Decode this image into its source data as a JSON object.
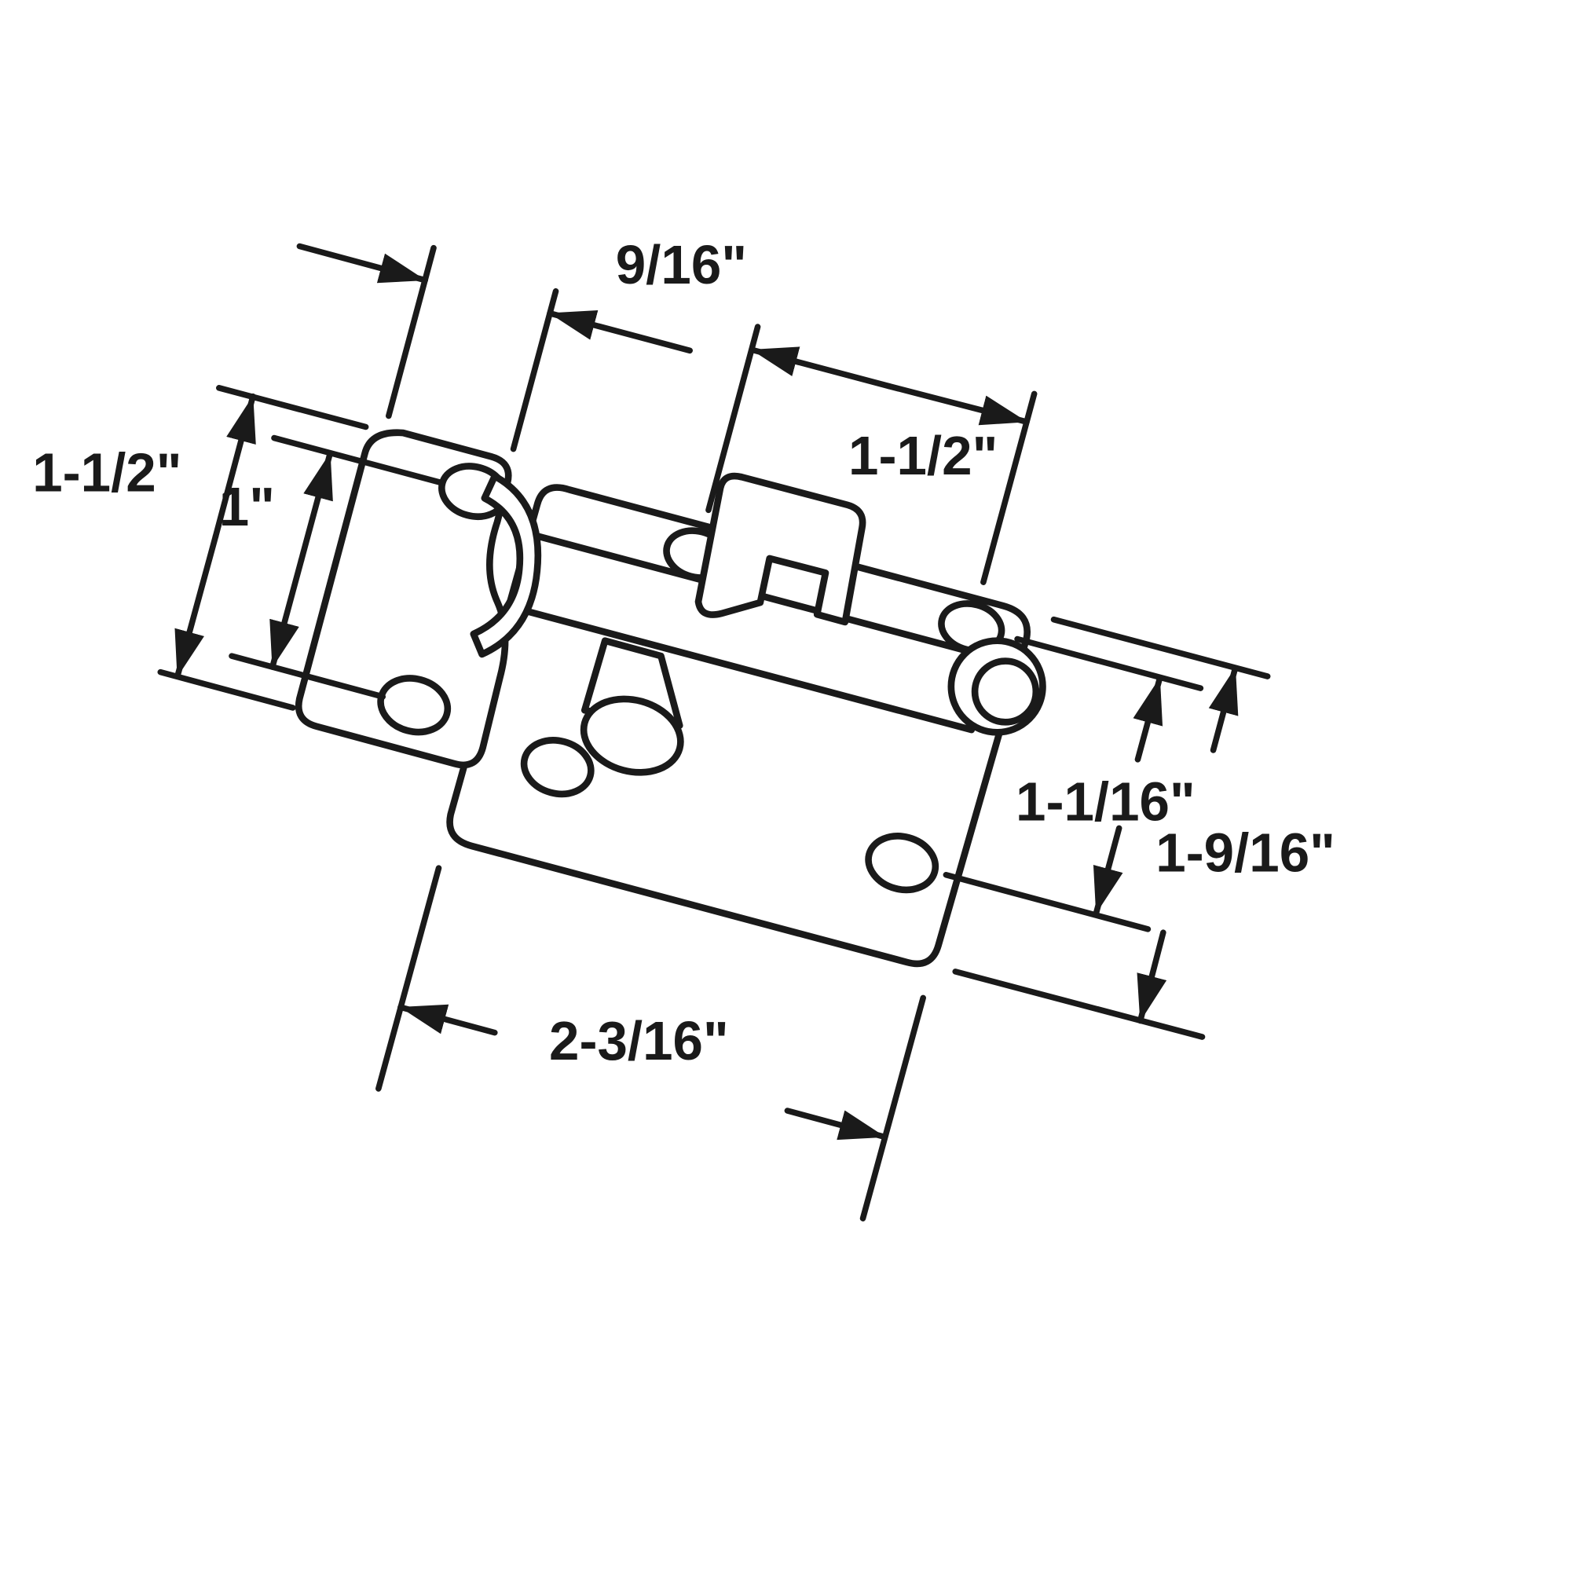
{
  "diagram": {
    "subject": "barrel-bolt-latch-technical-drawing",
    "colors": {
      "line": "#1a1a1a",
      "background": "#ffffff"
    },
    "dimensions": {
      "keeper_width": "9/16\"",
      "keeper_height": "1-1/2\"",
      "keeper_hole_spacing": "1\"",
      "base_hole_spacing": "1-1/2\"",
      "hole_vertical_spacing": "1-1/16\"",
      "base_height": "1-9/16\"",
      "base_width": "2-3/16\""
    }
  }
}
